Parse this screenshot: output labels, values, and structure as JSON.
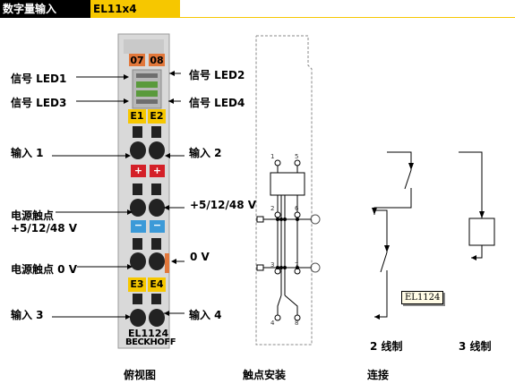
{
  "header": {
    "category": "数字量输入",
    "model": "EL11x4"
  },
  "labels": {
    "led1": "信号  LED1",
    "led2": "信号  LED2",
    "led3": "信号  LED3",
    "led4": "信号  LED4",
    "input1": "输入  1",
    "input2": "输入  2",
    "power_contact_line1": "电源触点",
    "power_contact_line2": "+5/12/48 V",
    "power_right": "+5/12/48 V",
    "zero_right": "0 V",
    "zero_left": "电源触点  0 V",
    "input3": "输入  3",
    "input4": "输入  4"
  },
  "module": {
    "top_left_badge": "07",
    "top_right_badge": "08",
    "e1": "E1",
    "e2": "E2",
    "e3": "E3",
    "e4": "E4",
    "plus": "+",
    "minus": "−",
    "name": "EL1124",
    "brand": "BECKHOFF"
  },
  "wiring": {
    "pins": [
      "1",
      "5",
      "2",
      "6",
      "3",
      "7",
      "4",
      "8"
    ],
    "tag": "EL1124"
  },
  "captions": {
    "top_view": "俯视图",
    "contact_install": "触点安装",
    "connection": "连接",
    "two_wire": "2 线制",
    "three_wire": "3 线制"
  },
  "colors": {
    "header_bg": "#000000",
    "header_accent": "#f6c700",
    "badge_orange": "#e2773a",
    "plus_red": "#d42028",
    "minus_blue": "#3c9ad8",
    "led_green": "#5a9a3c"
  }
}
